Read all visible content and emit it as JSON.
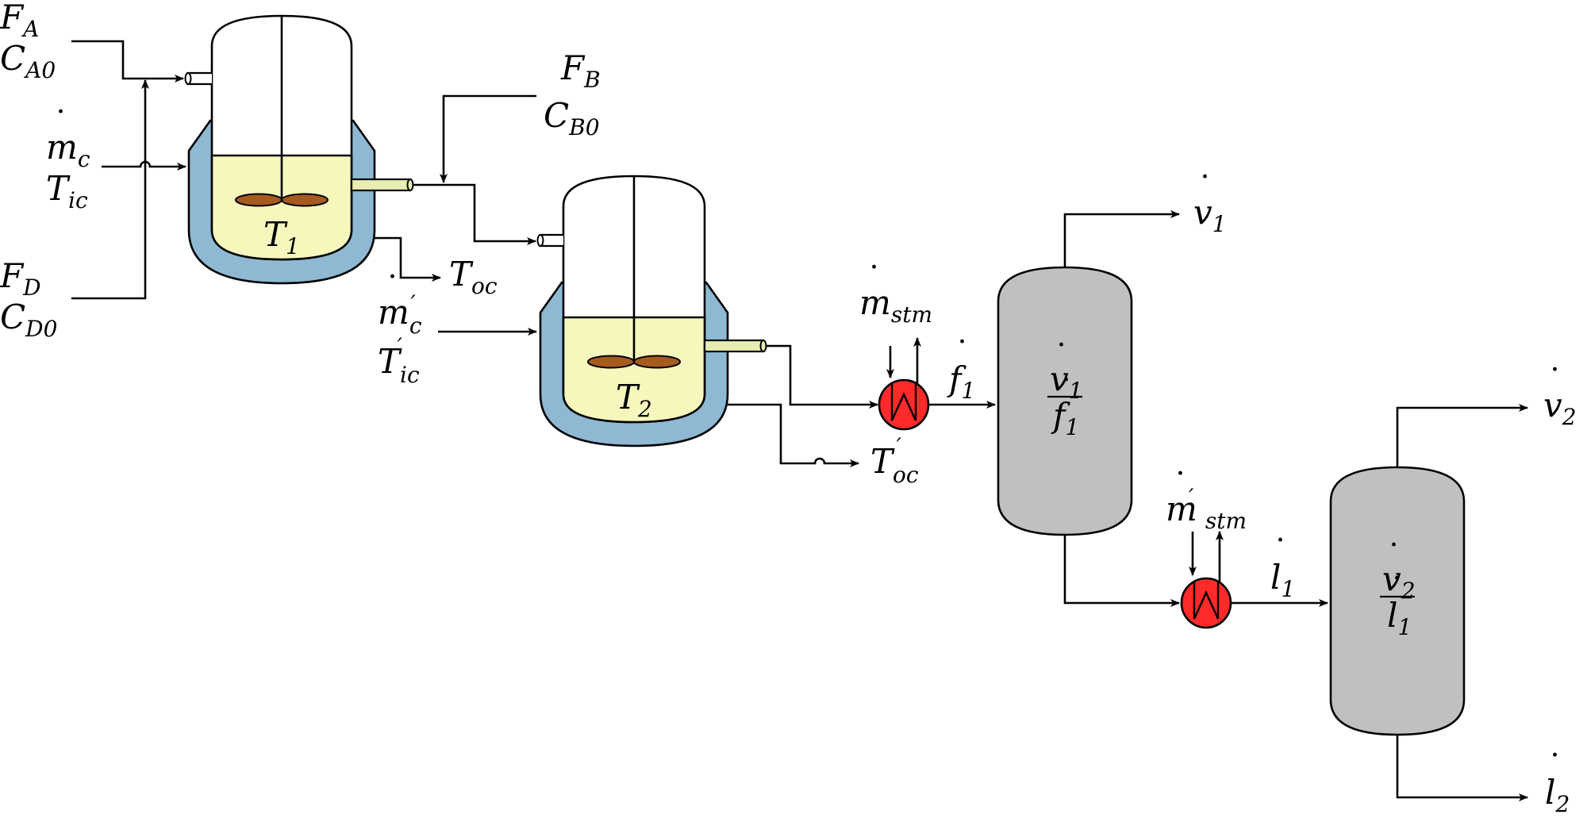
{
  "colors": {
    "line": "#000000",
    "jacket": "#8fb9d3",
    "liquid": "#f6f7bd",
    "impeller": "#a55a1e",
    "heater": "#ff2a2a",
    "column": "#c0c0c0",
    "pipe": "#e7edb3"
  },
  "feeds": {
    "fa": {
      "name": "F",
      "sub": "A"
    },
    "ca0": {
      "name": "C",
      "sub": "A0"
    },
    "mc": {
      "name": "m",
      "sub": "c"
    },
    "tic": {
      "name": "T",
      "sub": "ic"
    },
    "fd": {
      "name": "F",
      "sub": "D"
    },
    "cd0": {
      "name": "C",
      "sub": "D0"
    },
    "fb": {
      "name": "F",
      "sub": "B"
    },
    "cb0": {
      "name": "C",
      "sub": "B0"
    },
    "mc2": {
      "name": "m",
      "sub": "c"
    },
    "tic2": {
      "name": "T",
      "sub": "ic"
    },
    "toc": {
      "name": "T",
      "sub": "oc"
    },
    "toc2": {
      "name": "T",
      "sub": "oc"
    }
  },
  "reactors": {
    "r1": {
      "name": "T",
      "sub": "1"
    },
    "r2": {
      "name": "T",
      "sub": "2"
    }
  },
  "heaters": {
    "h1": {
      "name": "m",
      "sub": "stm"
    },
    "h2": {
      "name": "m",
      "sub": "stm"
    }
  },
  "streams": {
    "f1": {
      "name": "f",
      "sub": "1"
    },
    "v1": {
      "name": "v",
      "sub": "1"
    },
    "l1": {
      "name": "l",
      "sub": "1"
    },
    "v2": {
      "name": "v",
      "sub": "2"
    },
    "l2": {
      "name": "l",
      "sub": "2"
    }
  },
  "columns": {
    "c1": {
      "num": "v",
      "num_sub": "1",
      "den": "f",
      "den_sub": "1"
    },
    "c2": {
      "num": "v",
      "num_sub": "2",
      "den": "l",
      "den_sub": "1"
    }
  }
}
